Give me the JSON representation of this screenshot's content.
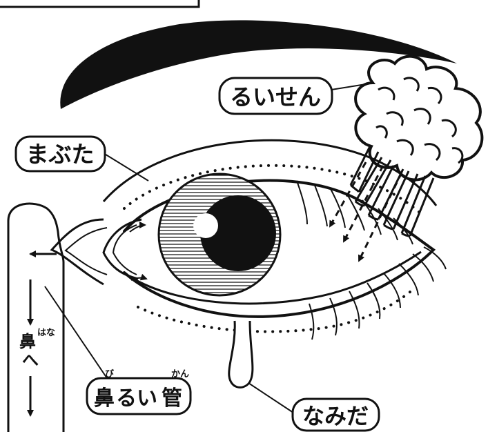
{
  "labels": {
    "tear_gland": "るいせん",
    "eyelid": "まぶた",
    "tears": "なみだ",
    "duct_kanji_1": "鼻",
    "duct_kana": "るい",
    "duct_kanji_2": "管",
    "duct_ruby_1": "び",
    "duct_ruby_2": "かん",
    "nose_kanji": "鼻",
    "nose_ruby": "はな",
    "nose_kana": "へ"
  },
  "colors": {
    "ink": "#111111",
    "background": "#ffffff"
  }
}
